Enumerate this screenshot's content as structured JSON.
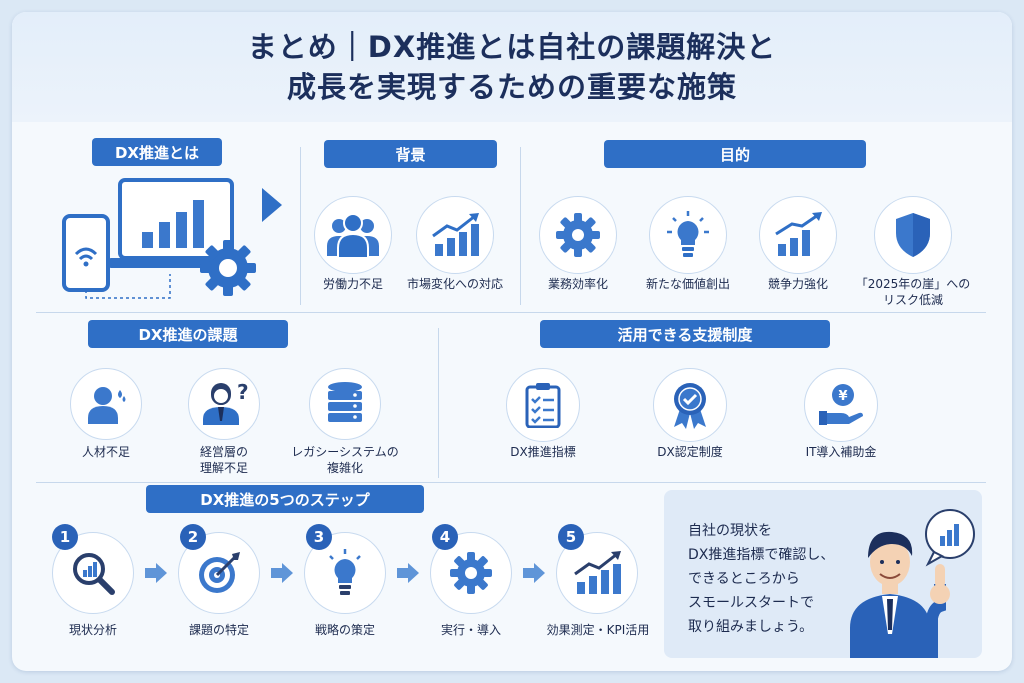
{
  "title": {
    "line1": "まとめ｜DX推進とは自社の課題解決と",
    "line2": "成長を実現するための重要な施策"
  },
  "dx_promotion": {
    "header": "DX推進とは"
  },
  "background": {
    "header": "背景",
    "items": [
      {
        "label": "労働力不足",
        "icon": "people-icon"
      },
      {
        "label": "市場変化への対応",
        "icon": "growth-chart-icon"
      }
    ]
  },
  "purpose": {
    "header": "目的",
    "items": [
      {
        "label": "業務効率化",
        "icon": "gear-icon"
      },
      {
        "label": "新たな価値創出",
        "icon": "lightbulb-icon"
      },
      {
        "label": "競争力強化",
        "icon": "growth-chart-icon"
      },
      {
        "label_line1": "「2025年の崖」への",
        "label_line2": "リスク低減",
        "icon": "shield-icon"
      }
    ]
  },
  "issues": {
    "header": "DX推進の課題",
    "items": [
      {
        "label_line1": "人材不足",
        "label_line2": "",
        "icon": "worried-person-icon"
      },
      {
        "label_line1": "経営層の",
        "label_line2": "理解不足",
        "icon": "businessman-question-icon"
      },
      {
        "label_line1": "レガシーシステムの",
        "label_line2": "複雑化",
        "icon": "database-icon"
      }
    ]
  },
  "support": {
    "header": "活用できる支援制度",
    "items": [
      {
        "label": "DX推進指標",
        "icon": "checklist-icon"
      },
      {
        "label": "DX認定制度",
        "icon": "certification-badge-icon"
      },
      {
        "label": "IT導入補助金",
        "icon": "yen-subsidy-icon"
      }
    ]
  },
  "steps": {
    "header": "DX推進の5つのステップ",
    "items": [
      {
        "number": "1",
        "label": "現状分析",
        "icon": "magnifier-chart-icon"
      },
      {
        "number": "2",
        "label": "課題の特定",
        "icon": "target-icon"
      },
      {
        "number": "3",
        "label": "戦略の策定",
        "icon": "lightbulb-icon"
      },
      {
        "number": "4",
        "label": "実行・導入",
        "icon": "gear-icon"
      },
      {
        "number": "5",
        "label": "効果測定・KPI活用",
        "icon": "growth-chart-icon"
      }
    ]
  },
  "message": {
    "lines": [
      "自社の現状を",
      "DX推進指標で確認し、",
      "できるところから",
      "スモールスタートで",
      "取り組みましょう。"
    ]
  },
  "colors": {
    "accent": "#2f6fc6",
    "dark_blue": "#1c2f5c",
    "icon_blue": "#3b78cc",
    "light_bg": "#f5f9fd"
  }
}
